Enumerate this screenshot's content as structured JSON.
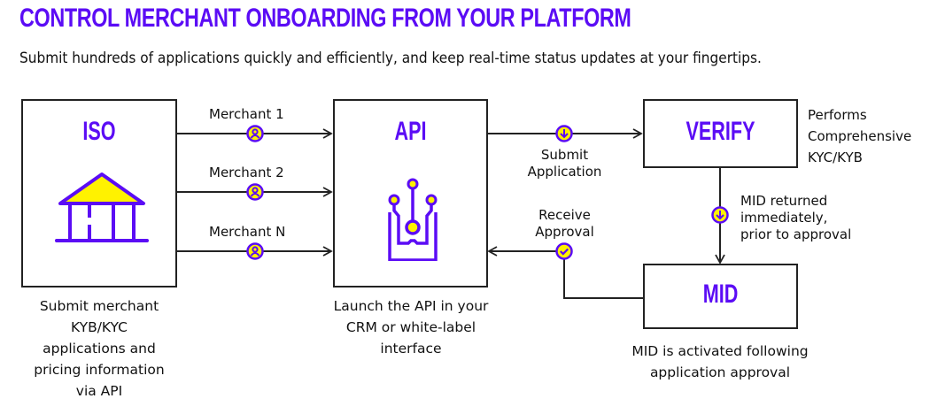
{
  "header": {
    "title": "CONTROL MERCHANT ONBOARDING FROM YOUR PLATFORM",
    "subtitle": "Submit hundreds of applications quickly and efficiently, and keep real-time status updates at your fingertips."
  },
  "colors": {
    "accent": "#5b0cf5",
    "highlight": "#fff200",
    "line": "#222222"
  },
  "nodes": {
    "iso": {
      "label": "ISO",
      "icon": "bank-building-icon",
      "caption": [
        "Submit merchant",
        "KYB/KYC",
        "applications and",
        "pricing information",
        "via API"
      ]
    },
    "api": {
      "label": "API",
      "icon": "circuit-api-icon",
      "caption": [
        "Launch the API in your",
        "CRM or white-label",
        "interface"
      ]
    },
    "verify": {
      "label": "VERIFY",
      "note": [
        "Performs",
        "Comprehensive",
        "KYC/KYB"
      ]
    },
    "mid": {
      "label": "MID",
      "caption": [
        "MID is activated following",
        "application approval"
      ]
    }
  },
  "edges": {
    "merchants": [
      {
        "label": "Merchant 1",
        "icon": "user-icon"
      },
      {
        "label": "Merchant 2",
        "icon": "user-icon"
      },
      {
        "label": "Merchant N",
        "icon": "user-icon"
      }
    ],
    "submit": {
      "label": [
        "Submit",
        "Application"
      ],
      "icon": "arrow-down-circle-icon"
    },
    "receive": {
      "label": [
        "Receive",
        "Approval"
      ],
      "icon": "check-circle-icon"
    },
    "mid_returned": {
      "label": [
        "MID returned",
        "immediately,",
        "prior to approval"
      ],
      "icon": "arrow-down-circle-icon"
    }
  }
}
